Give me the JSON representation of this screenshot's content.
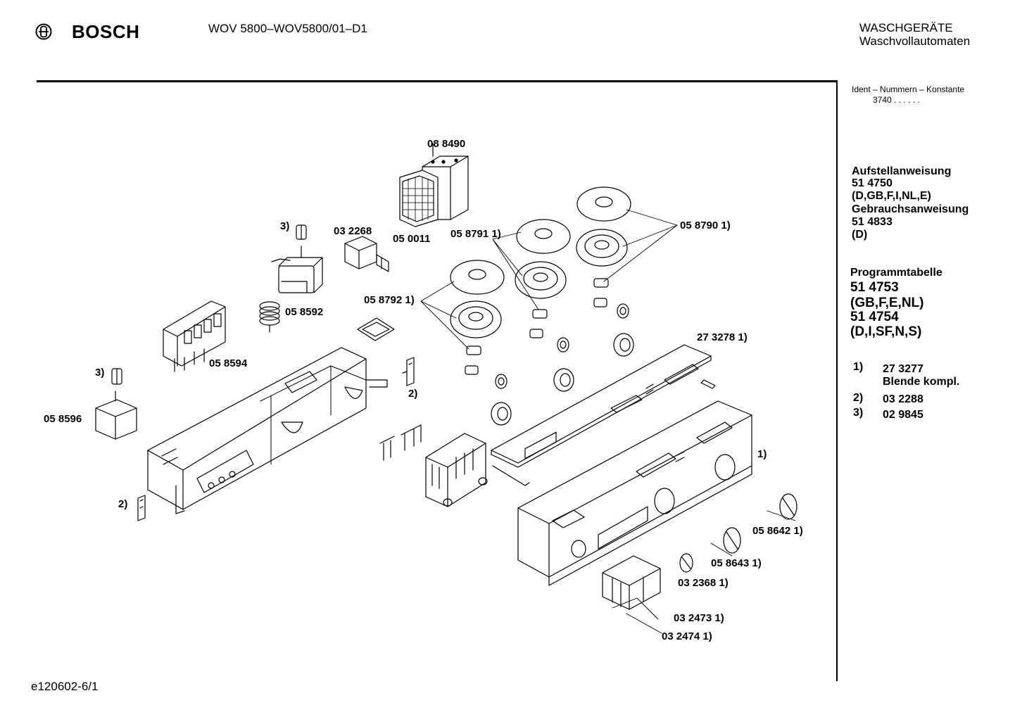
{
  "header": {
    "brand": "BOSCH",
    "model": "WOV 5800–WOV5800/01–D1",
    "category_line1": "WASCHGERÄTE",
    "category_line2": "Waschvollautomaten"
  },
  "ident": {
    "heading": "Ident – Nummern – Konstante",
    "value": "3740 . .   . . . ."
  },
  "side_notes": {
    "aufstell_title": "Aufstellanweisung",
    "aufstell_number": "51 4750",
    "aufstell_langs": "(D,GB,F,I,NL,E)",
    "gebrauch_title": "Gebrauchsanweisung",
    "gebrauch_number": "51 4833",
    "gebrauch_langs": "(D)",
    "programm_title": "Programmtabelle",
    "programm_number1": "51 4753",
    "programm_langs1": "(GB,F,E,NL)",
    "programm_number2": "51 4754",
    "programm_langs2": "(D,I,SF,N,S)"
  },
  "footnotes": [
    {
      "mark": "1)",
      "line1": "27 3277",
      "line2": "Blende kompl."
    },
    {
      "mark": "2)",
      "line1": "03 2288",
      "line2": ""
    },
    {
      "mark": "3)",
      "line1": "02 9845",
      "line2": ""
    }
  ],
  "part_labels": [
    {
      "id": "p088490",
      "text": "08 8490"
    },
    {
      "id": "p050011",
      "text": "05 0011"
    },
    {
      "id": "p032268",
      "text": "03 2268"
    },
    {
      "id": "p3a",
      "text": "3)"
    },
    {
      "id": "p058592",
      "text": "05 8592"
    },
    {
      "id": "p058594",
      "text": "05 8594"
    },
    {
      "id": "p3b",
      "text": "3)"
    },
    {
      "id": "p058596",
      "text": "05 8596"
    },
    {
      "id": "p2a",
      "text": "2)"
    },
    {
      "id": "p2b",
      "text": "2)"
    },
    {
      "id": "p058791",
      "text": "05 8791 1)"
    },
    {
      "id": "p058790",
      "text": "05 8790 1)"
    },
    {
      "id": "p058792",
      "text": "05 8792 1)"
    },
    {
      "id": "p273278",
      "text": "27 3278 1)"
    },
    {
      "id": "p1",
      "text": "1)"
    },
    {
      "id": "p058642",
      "text": "05 8642 1)"
    },
    {
      "id": "p058643",
      "text": "05 8643 1)"
    },
    {
      "id": "p032368",
      "text": "03 2368 1)"
    },
    {
      "id": "p032473",
      "text": "03 2473 1)"
    },
    {
      "id": "p032474",
      "text": "03 2474 1)"
    }
  ],
  "footer": {
    "code": "e120602-6/1"
  }
}
